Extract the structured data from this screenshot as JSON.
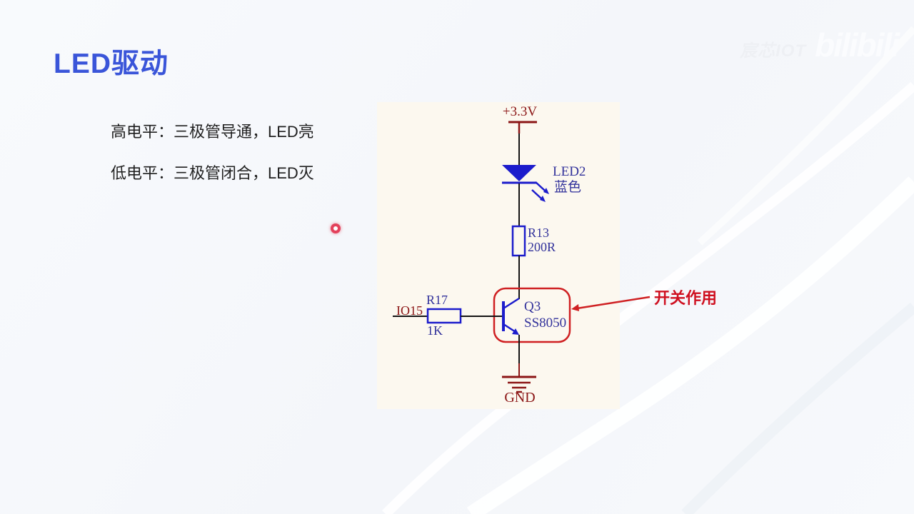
{
  "slide": {
    "title": "LED驱动",
    "bullets": [
      "高电平：三极管导通，LED亮",
      "低电平：三极管闭合，LED灭"
    ]
  },
  "watermark": {
    "brand": "宸芯IOT",
    "logo": "bilibili"
  },
  "annotation": {
    "switch_label": "开关作用"
  },
  "schematic": {
    "power_net": "+3.3V",
    "gnd_net": "GND",
    "io_net": "IO15",
    "led_ref": "LED2",
    "led_color_note": "蓝色",
    "r13_ref": "R13",
    "r13_value": "200R",
    "r17_ref": "R17",
    "r17_value": "1K",
    "q3_ref": "Q3",
    "q3_part": "SS8050"
  },
  "colors": {
    "title_blue": "#3a55d9",
    "schematic_bg": "#fcf8ef",
    "power_red": "#8b1515",
    "component_blue": "#1c1ccc",
    "label_blue": "#32329b",
    "wire_black": "#141414",
    "annotation_red": "#cf1020"
  }
}
